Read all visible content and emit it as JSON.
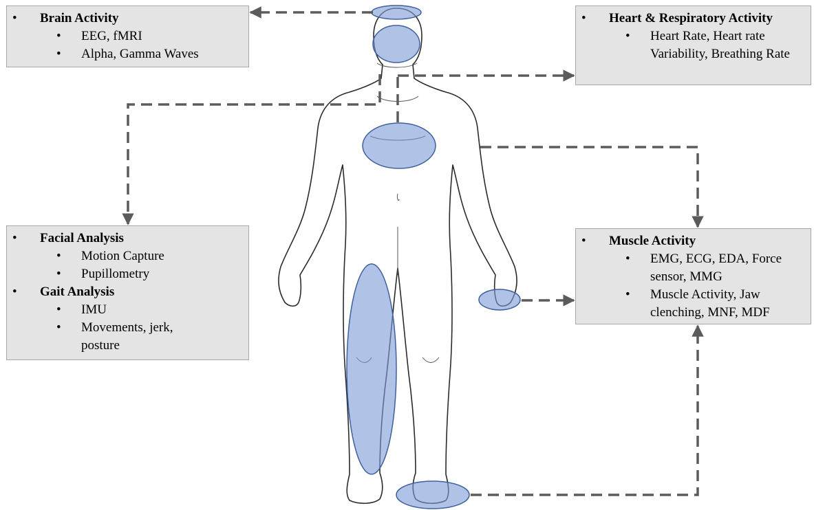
{
  "colors": {
    "box_fill": "#e4e4e4",
    "box_border": "#a8a8a8",
    "region_fill": "#7b9bd6",
    "region_stroke": "#3e5f9e",
    "connector": "#5b5b5b",
    "body_outline": "#2a2a2a"
  },
  "boxes": {
    "brain": {
      "title": "Brain Activity",
      "items": [
        "EEG, fMRI",
        "Alpha, Gamma Waves"
      ]
    },
    "heart": {
      "title": "Heart & Respiratory Activity",
      "items": [
        "Heart Rate, Heart rate Variability, Breathing Rate"
      ]
    },
    "face_gait": {
      "sections": [
        {
          "title": "Facial Analysis",
          "items": [
            "Motion Capture",
            "Pupillometry"
          ]
        },
        {
          "title": "Gait Analysis",
          "items": [
            "IMU",
            "Movements, jerk, posture"
          ]
        }
      ]
    },
    "muscle": {
      "title": "Muscle Activity",
      "items": [
        "EMG, ECG, EDA, Force sensor, MMG",
        "Muscle Activity, Jaw clenching, MNF, MDF"
      ]
    }
  },
  "bullet_glyph": "•"
}
